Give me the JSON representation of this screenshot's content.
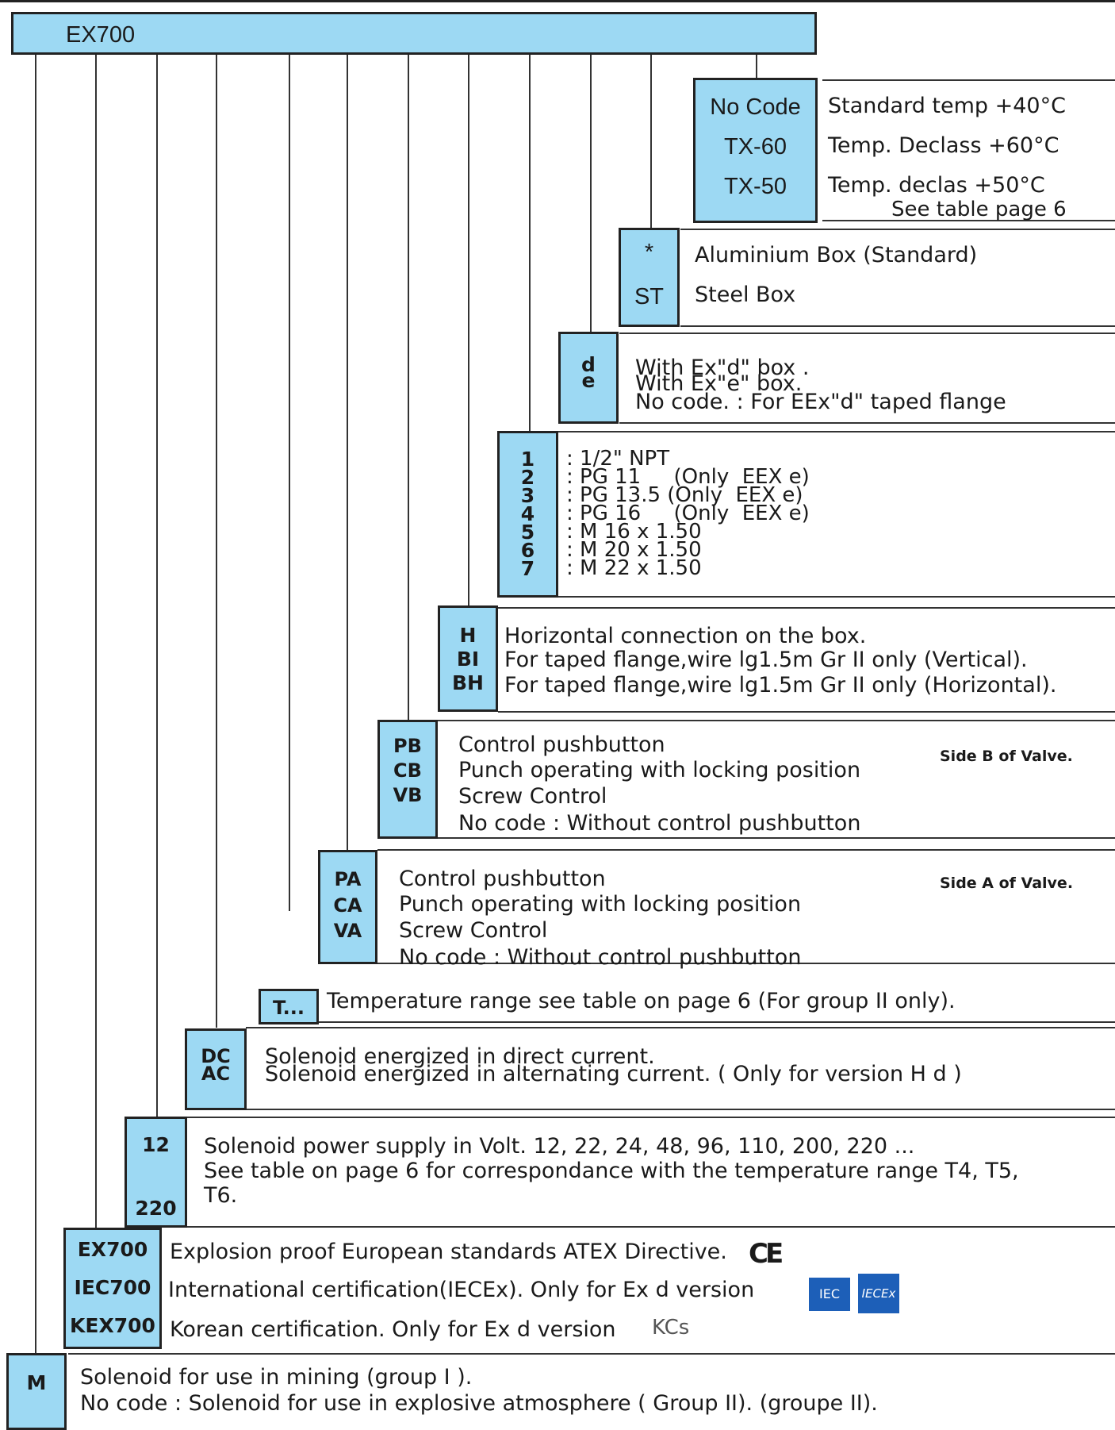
{
  "header": {
    "title": "EX700"
  },
  "temp_rating": {
    "codes": [
      "No Code",
      "TX-60",
      "TX-50"
    ],
    "descriptions": [
      "Standard temp +40°C",
      "Temp. Declass +60°C",
      "Temp. declas +50°C"
    ],
    "note": "See table  page 6"
  },
  "box_material": {
    "codes": [
      "*",
      "ST"
    ],
    "descriptions": [
      "Aluminium Box (Standard)",
      "Steel Box"
    ]
  },
  "box_type": {
    "codes": [
      "d",
      "e"
    ],
    "descriptions": [
      "With Ex\"d\" box .",
      "With Ex\"e\" box.",
      "No code.  :  For EEx\"d\" taped flange"
    ]
  },
  "cable_entry": {
    "codes": [
      "1",
      "2",
      "3",
      "4",
      "5",
      "6",
      "7"
    ],
    "descriptions": [
      ": 1/2\" NPT",
      ": PG 11     (Only  EEX e)",
      ": PG 13.5 (Only  EEX e)",
      ": PG 16     (Only  EEX e)",
      ": M 16 x 1.50",
      ": M 20 x 1.50",
      ": M 22 x 1.50"
    ]
  },
  "connection": {
    "codes": [
      "H",
      "BI",
      "BH"
    ],
    "descriptions": [
      "Horizontal connection on the box.",
      "For taped flange,wire lg1.5m Gr II only (Vertical).",
      "For taped flange,wire lg1.5m Gr II only (Horizontal)."
    ]
  },
  "control_b": {
    "codes": [
      "PB",
      "CB",
      "VB"
    ],
    "descriptions": [
      "Control pushbutton",
      "Punch operating with locking position",
      "Screw Control",
      "No code :  Without control pushbutton"
    ],
    "side_label": "Side B of Valve."
  },
  "control_a": {
    "codes": [
      "PA",
      "CA",
      "VA"
    ],
    "descriptions": [
      "Control pushbutton",
      "Punch operating with locking position",
      "Screw Control",
      "No code :  Without control pushbutton"
    ],
    "side_label": "Side A of Valve."
  },
  "temperature": {
    "code": "T...",
    "description": "Temperature range see table on page 6 (For group II only)."
  },
  "current": {
    "codes": [
      "DC",
      "AC"
    ],
    "descriptions": [
      "Solenoid energized in direct current.",
      "Solenoid energized in alternating current. ( Only for version H d )"
    ]
  },
  "voltage": {
    "codes": [
      "12",
      "220"
    ],
    "descriptions": [
      "Solenoid power supply in Volt. 12, 22, 24, 48, 96, 110, 200, 220 ...",
      "See table on page 6 for correspondance with the temperature range T4, T5,",
      "T6."
    ]
  },
  "certification": {
    "codes": [
      "EX700",
      "IEC700",
      "KEX700"
    ],
    "descriptions": [
      "Explosion proof European standards ATEX Directive.",
      "International certification(IECEx). Only for Ex d version",
      "Korean certification. Only for Ex d version"
    ],
    "logos": [
      "CE",
      "IEC",
      "IECEx",
      "KCs"
    ]
  },
  "group": {
    "code": "M",
    "descriptions": [
      "Solenoid for use in mining (group I ).",
      "No code : Solenoid for use in explosive atmosphere ( Group II). (groupe II)."
    ]
  },
  "colors": {
    "code_fill": "#9dd9f3",
    "line": "#222222"
  }
}
